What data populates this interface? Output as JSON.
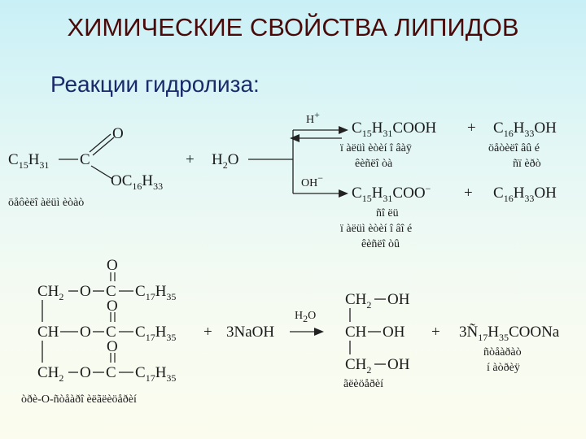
{
  "slide": {
    "title": "ХИМИЧЕСКИЕ СВОЙСТВА ЛИПИДОВ",
    "subtitle": "Реакции гидролиза:"
  },
  "reaction1": {
    "reactant_alkyl": "C",
    "reactant_alkyl_sub1": "15",
    "reactant_alkyl_h": "H",
    "reactant_alkyl_sub2": "31",
    "carbonyl_c": "C",
    "carbonyl_o": "O",
    "ester_o": "O",
    "ester_alkyl": "C",
    "ester_alkyl_sub1": "16",
    "ester_alkyl_h": "H",
    "ester_alkyl_sub2": "33",
    "reactant_label": "öåôèëî àëüì èòàò",
    "plus1": "+",
    "water": "H",
    "water_sub": "2",
    "water_o": "O",
    "acid_catalyst": "H",
    "acid_catalyst_sup": "+",
    "base_catalyst": "OH",
    "base_catalyst_sup": "−",
    "acid_product": "C",
    "acid_product_sub1": "15",
    "acid_product_h": "H",
    "acid_product_sub2": "31",
    "acid_product_group": "COOH",
    "acid_product_label1": "ï àëüì èòèí î âàÿ",
    "acid_product_label2": "êèñëî òà",
    "plus2": "+",
    "alcohol1": "C",
    "alcohol1_sub1": "16",
    "alcohol1_h": "H",
    "alcohol1_sub2": "33",
    "alcohol1_group": "OH",
    "alcohol1_label1": "öåòèëî âû é",
    "alcohol1_label2": "ñï èðò",
    "salt_product": "C",
    "salt_product_sub1": "15",
    "salt_product_h": "H",
    "salt_product_sub2": "31",
    "salt_product_group": "COO",
    "salt_product_sup": "−",
    "salt_label1": "ñî ëü",
    "salt_label2": "ï àëüì èòèí î âî é",
    "salt_label3": "êèñëî òû",
    "plus3": "+",
    "alcohol2": "C",
    "alcohol2_sub1": "16",
    "alcohol2_h": "H",
    "alcohol2_sub2": "33",
    "alcohol2_group": "OH"
  },
  "reaction2": {
    "ch2_top": "CH",
    "ch2_top_sub": "2",
    "ch_mid": "CH",
    "ch2_bot": "CH",
    "ch2_bot_sub": "2",
    "o1": "O",
    "o2": "O",
    "o3": "O",
    "c1": "C",
    "c2": "C",
    "c3": "C",
    "co1": "O",
    "co2": "O",
    "co3": "O",
    "chain1": "C",
    "chain1_sub1": "17",
    "chain1_h": "H",
    "chain1_sub2": "35",
    "chain2": "C",
    "chain2_sub1": "17",
    "chain2_h": "H",
    "chain2_sub2": "35",
    "chain3": "C",
    "chain3_sub1": "17",
    "chain3_h": "H",
    "chain3_sub2": "35",
    "triglyceride_label": "òðè-O-ñòåàðî èëãëèöåðèí",
    "plus1": "+",
    "naoh": "3NaOH",
    "arrow_label": "H",
    "arrow_label_sub": "2",
    "arrow_label_o": "O",
    "gly_ch2_top": "CH",
    "gly_ch2_top_sub": "2",
    "gly_oh1": "OH",
    "gly_ch": "CH",
    "gly_oh2": "OH",
    "gly_ch2_bot": "CH",
    "gly_ch2_bot_sub": "2",
    "gly_oh3": "OH",
    "glycerol_label": "ãëèöåðèí",
    "plus2": "+",
    "soap": "3Ñ",
    "soap_sub1": "17",
    "soap_h": "H",
    "soap_sub2": "35",
    "soap_group": "COONa",
    "soap_label1": "ñòåàðàò",
    "soap_label2": "í àòðèÿ"
  }
}
